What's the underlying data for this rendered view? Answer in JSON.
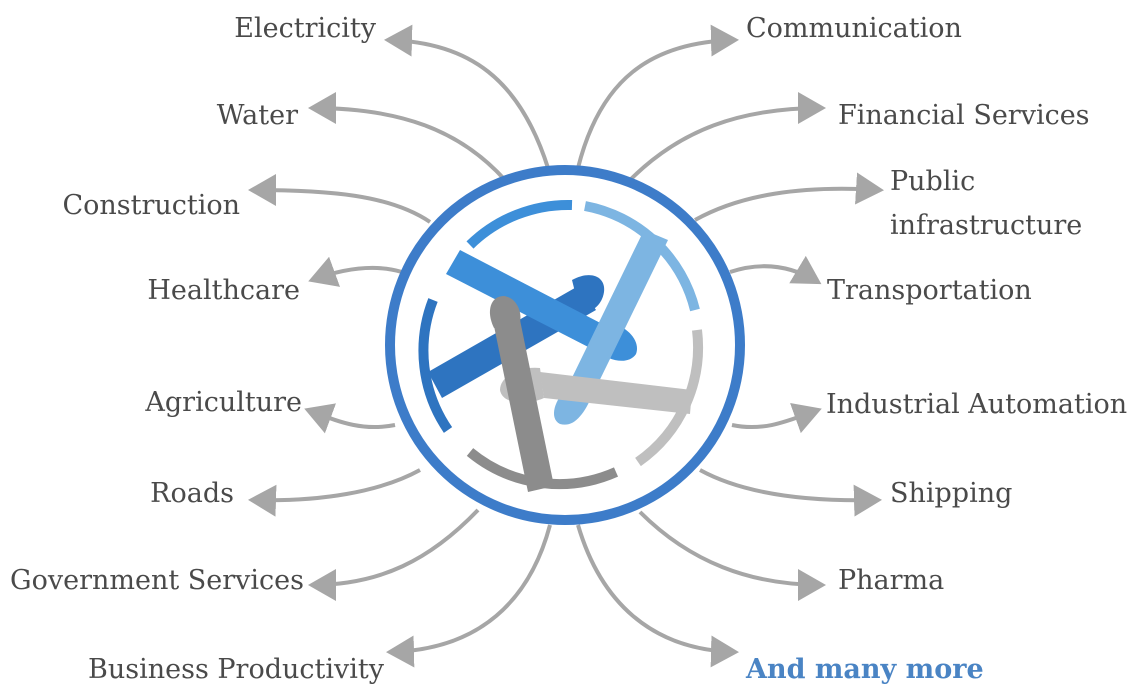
{
  "left_sectors": [
    {
      "id": "electricity",
      "label": "Electricity"
    },
    {
      "id": "water",
      "label": "Water"
    },
    {
      "id": "construction",
      "label": "Construction"
    },
    {
      "id": "healthcare",
      "label": "Healthcare"
    },
    {
      "id": "agriculture",
      "label": "Agriculture"
    },
    {
      "id": "roads",
      "label": "Roads"
    },
    {
      "id": "government-services",
      "label": "Government Services"
    },
    {
      "id": "business-productivity",
      "label": "Business Productivity"
    }
  ],
  "right_sectors": [
    {
      "id": "communication",
      "label": "Communication"
    },
    {
      "id": "financial-services",
      "label": "Financial Services"
    },
    {
      "id": "public-infrastructure",
      "label": "Public infrastructure"
    },
    {
      "id": "transportation",
      "label": "Transportation"
    },
    {
      "id": "industrial-automation",
      "label": "Industrial Automation"
    },
    {
      "id": "shipping",
      "label": "Shipping"
    },
    {
      "id": "pharma",
      "label": "Pharma"
    },
    {
      "id": "and-many-more",
      "label": "And many more"
    }
  ],
  "colors": {
    "arrow": "#a6a6a6",
    "ring": "#3d7cc9",
    "accent_text": "#4a84c4",
    "text": "#4a4a4a",
    "arm_blue_dark": "#2e74c0",
    "arm_blue_light": "#6eaee0",
    "arm_gray_dark": "#8c8c8c",
    "arm_gray_light": "#bfbfbf"
  },
  "center_icon": "joined-hands-icon"
}
